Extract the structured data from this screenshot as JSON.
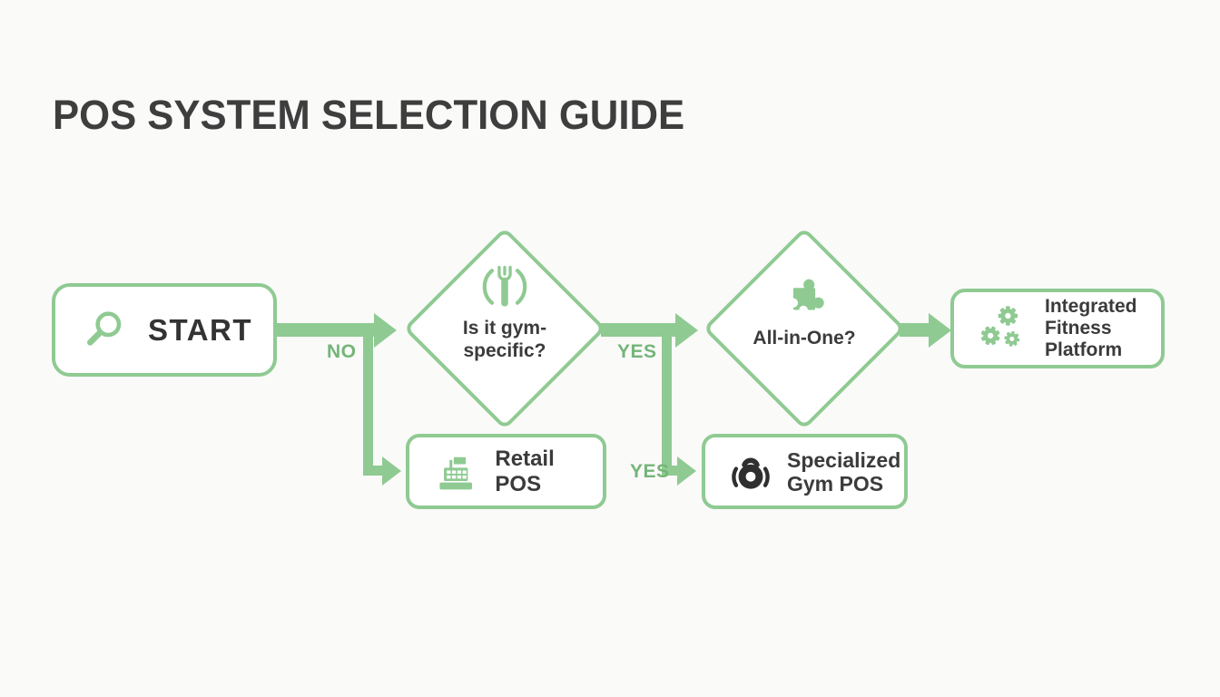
{
  "title": "POS SYSTEM SELECTION GUIDE",
  "palette": {
    "shape_green": "#8fca92",
    "edge_label_green": "#74b578",
    "text_dark": "#3b3b3b",
    "icon_dark": "#2f2f2f",
    "background": "#fafaf9"
  },
  "nodes": {
    "start": {
      "label": "START",
      "icon": "magnifier-icon"
    },
    "decision_gym_specific": {
      "line1": "Is it gym-",
      "line2": "specific?",
      "icon": "fork-icon"
    },
    "decision_all_in_one": {
      "label": "All-in-One?",
      "icon": "puzzle-icon"
    },
    "retail_pos": {
      "label": "Retail POS",
      "icon": "cash-register-icon"
    },
    "specialized_gym_pos": {
      "line1": "Specialized",
      "line2": "Gym POS",
      "icon": "kettlebell-icon"
    },
    "integrated_fitness_platform": {
      "line1": "Integrated",
      "line2": "Fitness",
      "line3": "Platform",
      "icon": "gears-icon"
    }
  },
  "edges": {
    "no_label": "NO",
    "yes_label": "YES",
    "yes2_label": "YES"
  }
}
